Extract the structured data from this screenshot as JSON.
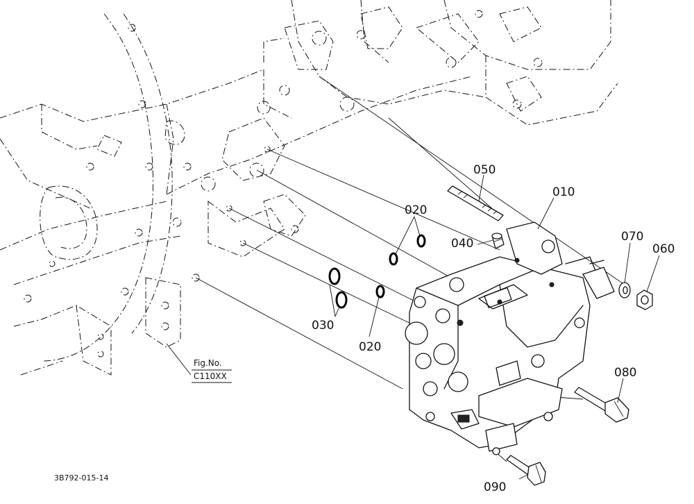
{
  "labels": {
    "p010": "010",
    "p020a": "020",
    "p020b": "020",
    "p030": "030",
    "p040": "040",
    "p050": "050",
    "p060": "060",
    "p070": "070",
    "p080": "080",
    "p090": "090"
  },
  "figref": {
    "line1": "Fig.No.",
    "line2": "C110XX"
  },
  "drawing_id": "3B792-015-14"
}
